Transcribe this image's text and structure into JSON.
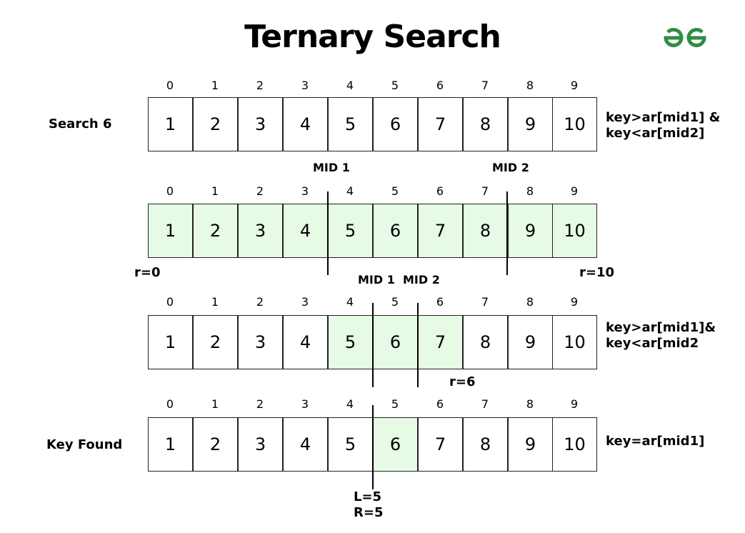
{
  "title": "Ternary Search",
  "logo": {
    "icon": "geeksforgeeks-logo-icon",
    "color": "#2f8d46"
  },
  "colors": {
    "highlight": "#e6fae6",
    "border": "#222222"
  },
  "indices": [
    "0",
    "1",
    "2",
    "3",
    "4",
    "5",
    "6",
    "7",
    "8",
    "9"
  ],
  "values": [
    "1",
    "2",
    "3",
    "4",
    "5",
    "6",
    "7",
    "8",
    "9",
    "10"
  ],
  "rows": [
    {
      "left_label": "Search 6",
      "highlight": [],
      "note_line1": "key>ar[mid1] &",
      "note_line2": "key<ar[mid2]"
    },
    {
      "left_label": "",
      "highlight": [
        0,
        1,
        2,
        3,
        4,
        5,
        6,
        7,
        8,
        9
      ],
      "mid1": "MID 1",
      "mid2": "MID 2",
      "left_bound": "r=0",
      "right_bound": "r=10"
    },
    {
      "left_label": "",
      "highlight": [
        4,
        5,
        6
      ],
      "mid1": "MID 1",
      "mid2": "MID 2",
      "note_line1": "key>ar[mid1]&",
      "note_line2": "key<ar[mid2",
      "right_bound": "r=6"
    },
    {
      "left_label": "Key Found",
      "highlight": [
        5
      ],
      "note_line1": "key=ar[mid1]",
      "bound_l": "L=5",
      "bound_r": "R=5"
    }
  ]
}
